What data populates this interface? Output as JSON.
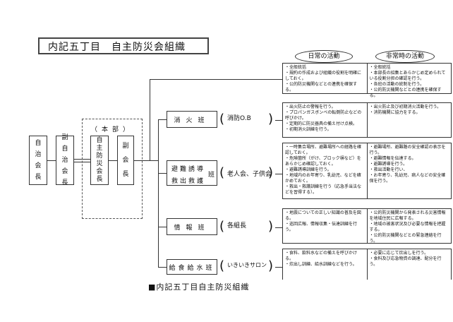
{
  "title": "内記五丁目　自主防災会組織",
  "caption": "■内記五丁目自主防災組織",
  "chain": {
    "chairman": [
      "自",
      "治",
      "会",
      "長"
    ],
    "vice_chairman": [
      "副",
      "自",
      "治",
      "会",
      "長"
    ],
    "hq_label": "（本部）",
    "hq_leader": [
      "自",
      "主",
      "防",
      "災",
      "会",
      "長"
    ],
    "hq_vice": [
      "副",
      "会",
      "長"
    ]
  },
  "activity_headers": {
    "daily": "日常の活動",
    "emergency": "非常時の活動"
  },
  "rows": [
    {
      "name": "",
      "member": "",
      "daily": [
        "・全般統括",
        "・規約の作成および組織の役割を明確にしておく。",
        "・公的防災機関などとの連携を確保する。"
      ],
      "emergency": [
        "・全般統括",
        "・本部長の招集とあらかじめ定められている役割分担の確認を行う。",
        "・各班の活動の統制を行う。",
        "・公的防災機関などとの連携を確保する。"
      ]
    },
    {
      "name": "消火班",
      "member": "消防O.B",
      "daily": [
        "・出火防止の警報を行う。",
        "・プロパンガスボンベの転倒防止などの呼びかけ。",
        "・定期的に防災器具の備え付け点検。",
        "・初期消火訓練を行う。"
      ],
      "emergency": [
        "・出火防止及び初期消火活動を行う。",
        "・消防機関に協力をする。"
      ]
    },
    {
      "name_line1": "避難誘導",
      "name_line2": "救出救護",
      "name_suffix": "班",
      "member": "老人会、子供会",
      "daily": [
        "・一時集合場所、避難場所への経路を確認しておく。",
        "・危険箇所（がけ、ブロック塀など）をあらかじめ確認しておく。",
        "・避難誘導訓練を行う。",
        "・地域内のお年寄り、乳幼児、などを確かめておく。",
        "・救出・救護訓練を行う（応急手当法などを習得する）。"
      ],
      "emergency": [
        "・避難場所、避難路の安全確認の表示を行う。",
        "・避難情報を伝達する。",
        "・避難誘導を行う。",
        "・救出活動を行い、",
        "・お年寄り、乳幼児、病人などの安全確保を行う。"
      ]
    },
    {
      "name": "情報班",
      "member": "各組長",
      "daily": [
        "・地震についての正しい知識の普及を図る。",
        "・巡回広報、情報収集・伝達訓練を行う。"
      ],
      "emergency": [
        "・公的防災機関から発表される災害情報を地域住民に広報する。",
        "・地域の被害状況及び必要な情報を把握する。",
        "・公的防災機関などとの緊急連絡を行う。"
      ]
    },
    {
      "name": "給食給水班",
      "member": "いきいきサロン",
      "daily": [
        "・食料、飲料水などの備えを呼びかける。",
        "・炊出し訓練、給水訓練などを行う。"
      ],
      "emergency": [
        "・必要に応じて炊出しを行う。",
        "・食料及び応急物資の調達、配分を行う。"
      ]
    }
  ]
}
